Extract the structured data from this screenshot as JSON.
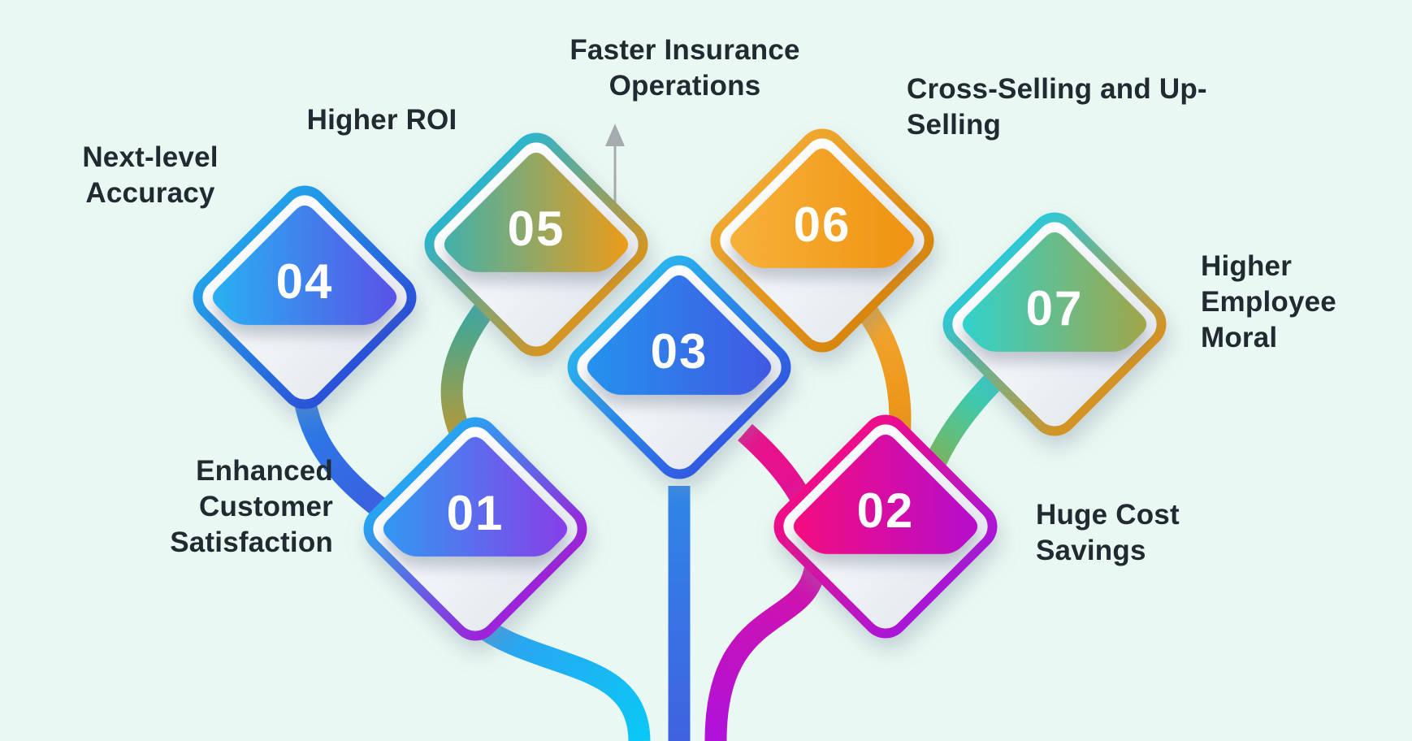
{
  "background_color": "#eaf8f3",
  "text_color": "#212a30",
  "arrow": {
    "color": "#a6abad",
    "direction": "up"
  },
  "items": [
    {
      "number": "01",
      "label": "Enhanced Customer Satisfaction",
      "border_from": "#25a6f2",
      "border_to": "#a01fd8",
      "fill_from": "#2f9bf2",
      "fill_to": "#8a3ce8",
      "line_from": "#2f9ff0",
      "line_to": "#0cc6f5"
    },
    {
      "number": "02",
      "label": "Huge Cost Savings",
      "border_from": "#f00e86",
      "border_to": "#a816d8",
      "fill_from": "#f50c7c",
      "fill_to": "#b411ce",
      "line_from": "#e8118c",
      "line_to": "#b012d8"
    },
    {
      "number": "03",
      "label": "Faster Insurance Operations",
      "border_from": "#29b3ee",
      "border_to": "#3059e2",
      "fill_from": "#2493ee",
      "fill_to": "#4157e2",
      "line_from": "#2f86e8",
      "line_to": "#3f62e0"
    },
    {
      "number": "04",
      "label": "Next-level Accuracy",
      "border_from": "#22a2ea",
      "border_to": "#2b50d8",
      "fill_from": "#27b3f2",
      "fill_to": "#5a50e6",
      "line_from": "#2a7ce8",
      "line_to": "#3f55de"
    },
    {
      "number": "05",
      "label": "Higher ROI",
      "border_from": "#2ab5cf",
      "border_to": "#d8941e",
      "fill_from": "#3eb1ad",
      "fill_to": "#ef9c15",
      "line_from": "#3aa89b",
      "line_to": "#cf9722"
    },
    {
      "number": "06",
      "label": "Cross-Selling and Up-Selling",
      "border_from": "#f0a72e",
      "border_to": "#d8860f",
      "fill_from": "#f7b23b",
      "fill_to": "#ef9210",
      "line_from": "#f2a42c",
      "line_to": "#e88d0e"
    },
    {
      "number": "07",
      "label": "Higher Employee Moral",
      "border_from": "#2bc8d8",
      "border_to": "#d9921f",
      "fill_from": "#2ed3cf",
      "fill_to": "#a3a545",
      "line_from": "#2bd0c8",
      "line_to": "#8fae3e"
    }
  ]
}
